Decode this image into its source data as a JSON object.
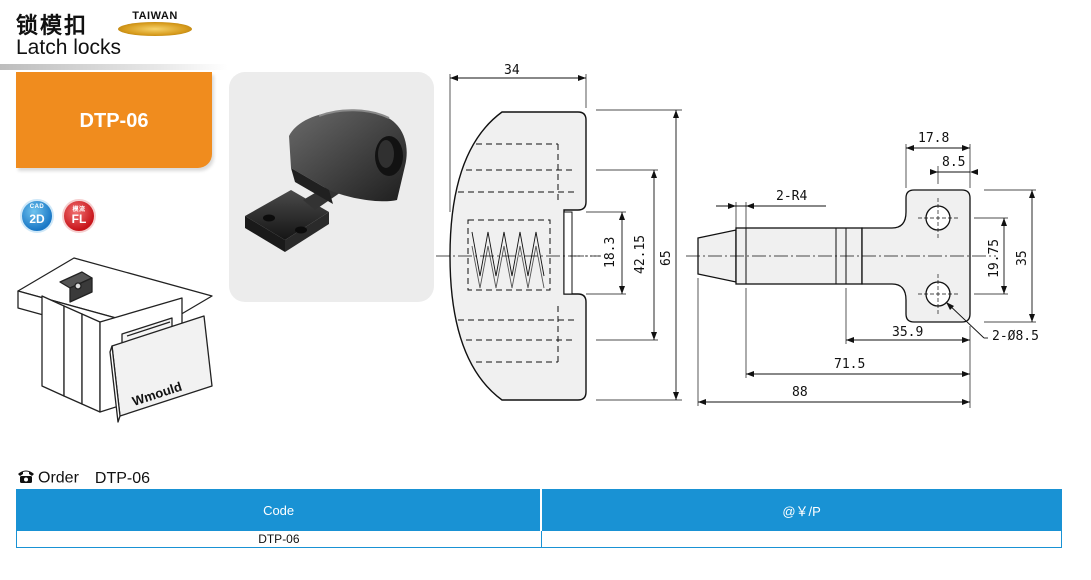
{
  "header": {
    "title_cn": "锁模扣",
    "badge": "TAIWAN",
    "title_en": "Latch locks"
  },
  "product_tag": "DTP-06",
  "badges": [
    {
      "top": "CAD",
      "main": "2D",
      "color": "#1a78c6"
    },
    {
      "top": "模流",
      "main": "FL",
      "color": "#c8151b"
    }
  ],
  "mold_label": "Wmould",
  "drawing": {
    "dims": {
      "width_34": "34",
      "h_18_3": "18.3",
      "h_42_15": "42.15",
      "h_65": "65",
      "radius": "2-R4",
      "w_17_8": "17.8",
      "w_8_5": "8.5",
      "h_19_75": "19.75",
      "h_35": "35",
      "hole": "2-Ø8.5",
      "l_35_9": "35.9",
      "l_71_5": "71.5",
      "l_88": "88"
    }
  },
  "order": {
    "icon": "phone-icon",
    "label": "Order",
    "code": "DTP-06"
  },
  "table": {
    "headers": [
      "Code",
      "@￥/P"
    ],
    "rows": [
      [
        "DTP-06",
        ""
      ]
    ]
  },
  "colors": {
    "accent_orange": "#f08c1e",
    "table_blue": "#1992d4"
  }
}
